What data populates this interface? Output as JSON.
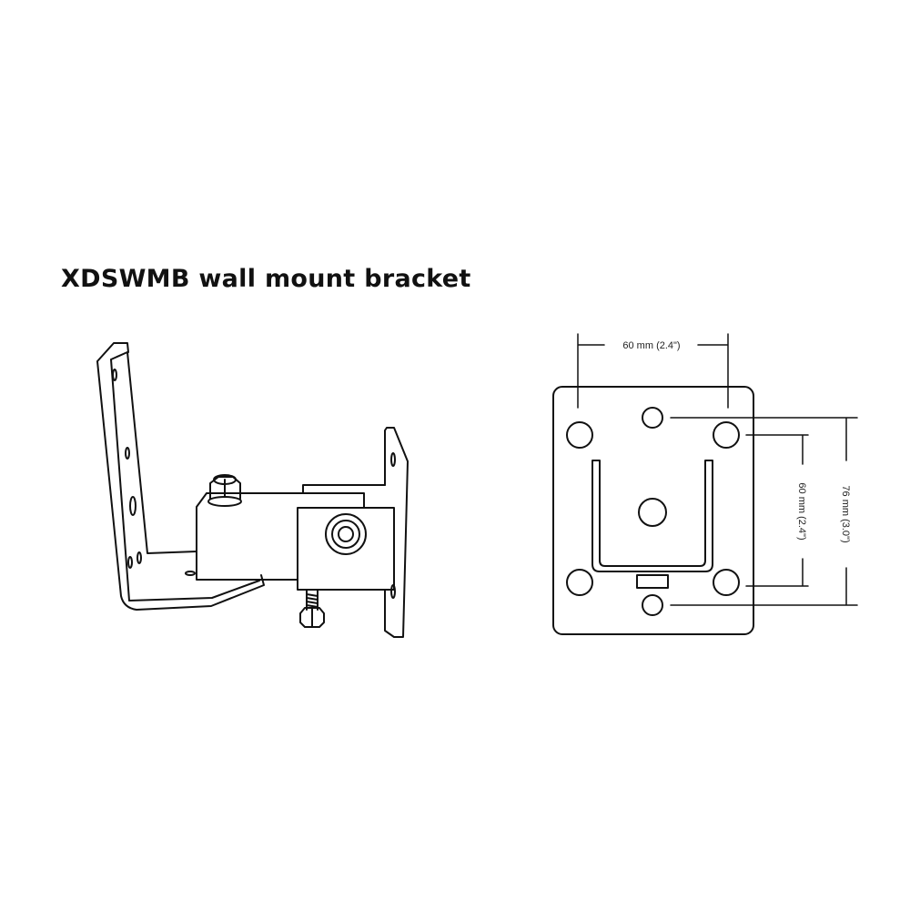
{
  "title": "XDSWMB wall mount bracket",
  "dimensions": {
    "width_label": "60 mm (2.4\")",
    "inner_height_label": "60 mm (2.4\")",
    "outer_height_label": "76 mm (3.0\")"
  }
}
